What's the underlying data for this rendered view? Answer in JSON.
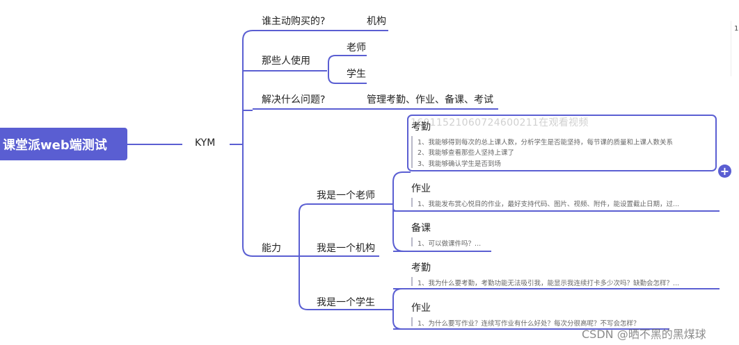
{
  "root": {
    "label": "课堂派web端测试"
  },
  "kym": {
    "label": "KYM"
  },
  "branches": {
    "who_buys": {
      "label": "谁主动购买的?",
      "answer": "机构"
    },
    "who_uses": {
      "label": "那些人使用",
      "answers": [
        "老师",
        "学生"
      ]
    },
    "what_problem": {
      "label": "解决什么问题?",
      "answer": "管理考勤、作业、备课、考试"
    },
    "ability": {
      "label": "能力",
      "roles": [
        "我是一个老师",
        "我是一个机构",
        "我是一个学生"
      ]
    }
  },
  "teacher_cards": [
    {
      "title": "考勤",
      "notes": [
        "1、我能够得到每次的总上课人数，分析学生是否能坚持，每节课的质量和上课人数关系",
        "2、我能够查看那些人坚持上课了",
        "3、我能够确认学生是否到场"
      ]
    },
    {
      "title": "作业",
      "notes": [
        "1、我能发布赏心悦目的作业，最好支持代码、图片、视频、附件，能设置截止日期，过..."
      ]
    },
    {
      "title": "备课",
      "notes": [
        "1、可以做课件吗？..."
      ]
    }
  ],
  "student_cards": [
    {
      "title": "考勤",
      "notes": [
        "1、我为什么要考勤，考勤功能无法吸引我，能显示我连续打卡多少次吗？缺勤会怎样？..."
      ]
    },
    {
      "title": "作业",
      "notes": [
        "1、为什么要写作业？连续写作业有什么好处？每次分很高呢？不写会怎样？"
      ]
    }
  ],
  "overlay": {
    "viewer_watermark": "16011521060724600211在观看视频",
    "csdn_watermark": "CSDN @晒不黑的黑煤球",
    "edge_digit": "1"
  },
  "colors": {
    "accent": "#5a5ed2",
    "line": "#5a5ed2"
  },
  "icons": {
    "add_button": "plus-icon"
  }
}
